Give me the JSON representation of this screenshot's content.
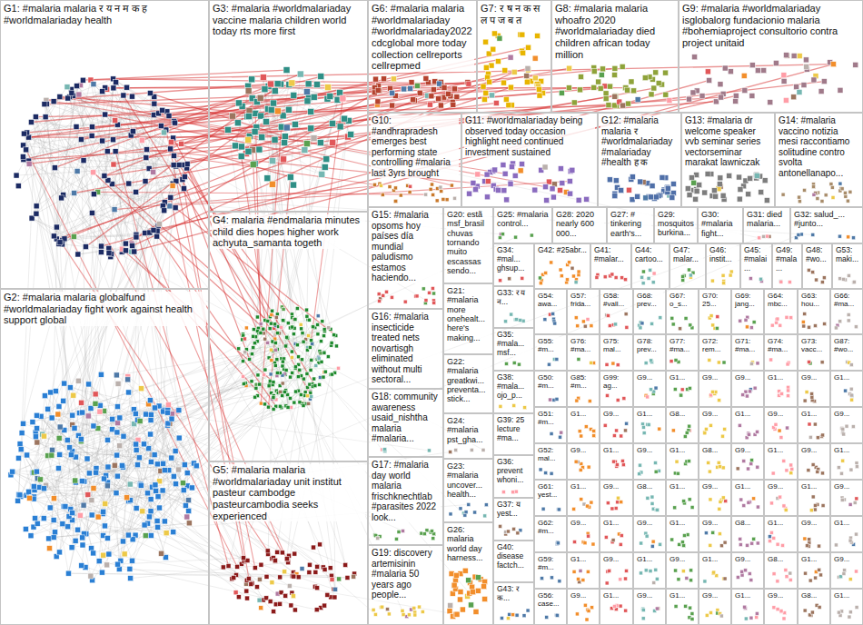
{
  "diagram": {
    "nodes": [
      {
        "text": [
          "G1: #malaria malaria र य न म क ह #worldmalariaday health"
        ]
      },
      {
        "text": [
          "G3: #malaria #worldmalariaday vaccine malaria children world today rts more first"
        ]
      },
      {
        "text": [
          "G6: #malaria malaria #worldmalariaday #worldmalariaday2022 cdcglobal more today collection cellreports cellrepmed"
        ]
      },
      {
        "text": [
          "G7: र ष न क स ल प ज ब त"
        ]
      },
      {
        "text": [
          "G8: #malaria malaria whoafro 2020 #worldmalariaday died children african today million"
        ]
      },
      {
        "text": [
          "G9: #malaria #worldmalariaday isglobalorg fundacionio malaria #bohemiaproject consultorio contra project unitaid"
        ]
      },
      {
        "text": [
          "G10: #andhrapradesh emerges best performing state controlling #malaria last 3yrs brought"
        ]
      },
      {
        "text": [
          "G11: #worldmalariaday being observed today occasion highlight need continued investment sustained"
        ]
      },
      {
        "text": [
          "G12: #malaria malaria र #worldmalariaday #malariaday #health ह क"
        ]
      },
      {
        "text": [
          "G13: #malaria dr welcome speaker vvb seminar series vectorseminar marakat lawniczak"
        ]
      },
      {
        "text": [
          "G14: #malaria vaccino notizia mesi raccontiamo solitudine contro svolta antonellanapo..."
        ]
      },
      {
        "text": [
          "G4: malaria #endmalaria minutes child dies hopes higher work achyuta_samanta togeth"
        ]
      },
      {
        "text": [
          "G15: #malaria opsoms hoy países día mundial paludismo estamos haciendo..."
        ]
      },
      {
        "text": [
          "G20: estã msf_brasil chuvas tornando muito escassas sendo..."
        ]
      },
      {
        "text": [
          "G25: #malaria control..."
        ]
      },
      {
        "text": [
          "G28: 2020 nearly 600 000..."
        ]
      },
      {
        "text": [
          "G27: # tinkering earth's..."
        ]
      },
      {
        "text": [
          "G29: mosquitos burkina..."
        ]
      },
      {
        "text": [
          "G30: #malaria fight..."
        ]
      },
      {
        "text": [
          "G31: died malaria..."
        ]
      },
      {
        "text": [
          "G32: salud_... #junto..."
        ]
      },
      {
        "text": [
          "G2: #malaria malaria globalfund #worldmalariaday fight work against health support global"
        ]
      },
      {
        "text": [
          "G16: #malaria insecticide treated nets novartisgh eliminated without multi sectoral..."
        ]
      },
      {
        "text": [
          "G18: community awareness usaid_nishtha malaria #malaria..."
        ]
      },
      {
        "text": [
          "G17: #malaria day world malaria frischknechtlab #parasites 2022 look..."
        ]
      },
      {
        "text": [
          "G19: discovery artemisinin #malaria 50 years ago people..."
        ]
      },
      {
        "text": [
          "G5: #malaria malaria #worldmalariaday unit institut pasteur cambodge pasteurcambodia seeks experienced"
        ]
      },
      {
        "text": [
          "G21: #malaria more onehealt... here's making..."
        ]
      },
      {
        "text": [
          "G22: #malaria greatkwi... preventa... stick..."
        ]
      },
      {
        "text": [
          "G24: #malaria pst_gha..."
        ]
      },
      {
        "text": [
          "G23: #malaria uncover... health..."
        ]
      },
      {
        "text": [
          "G26: malaria world day harness..."
        ]
      },
      {
        "text": [
          "G34: #mal... ghsup..."
        ]
      },
      {
        "text": [
          "G33: र य न..."
        ]
      },
      {
        "text": [
          "G35: #mala... msf..."
        ]
      },
      {
        "text": [
          "G38: #mala... ojo_p..."
        ]
      },
      {
        "text": [
          "G39: 25 lecture #ma..."
        ]
      },
      {
        "text": [
          "G36: prevent whoni..."
        ]
      },
      {
        "text": [
          "G37: य yest..."
        ]
      },
      {
        "text": [
          "G40: disease factch..."
        ]
      },
      {
        "text": [
          "G43: र क..."
        ]
      },
      {
        "text": [
          "G42: #25abr..."
        ]
      },
      {
        "text": [
          "G41: #malar..."
        ]
      },
      {
        "text": [
          "G44: cartoo..."
        ]
      },
      {
        "text": [
          "G47: malar..."
        ]
      },
      {
        "text": [
          "G46: instit..."
        ]
      },
      {
        "text": [
          "G45: #malai..."
        ]
      },
      {
        "text": [
          "G49: #mala..."
        ]
      },
      {
        "text": [
          "G48: #wo..."
        ]
      },
      {
        "text": [
          "G53: maki..."
        ]
      },
      {
        "text": [
          "G54: awa..."
        ]
      },
      {
        "text": [
          "G57: frida..."
        ]
      },
      {
        "text": [
          "G58: #vall..."
        ]
      },
      {
        "text": [
          "G68: prev..."
        ]
      },
      {
        "text": [
          "G67: o_s..."
        ]
      },
      {
        "text": [
          "G70: 25..."
        ]
      },
      {
        "text": [
          "G69: jang..."
        ]
      },
      {
        "text": [
          "G64: mbc..."
        ]
      },
      {
        "text": [
          "G63: hou..."
        ]
      },
      {
        "text": [
          "G66: #ma..."
        ]
      },
      {
        "text": [
          "G55: #m..."
        ]
      },
      {
        "text": [
          "G76: #ma..."
        ]
      },
      {
        "text": [
          "G75: mal..."
        ]
      },
      {
        "text": [
          "G78: prev..."
        ]
      },
      {
        "text": [
          "G77: #ma..."
        ]
      },
      {
        "text": [
          "G72: rem..."
        ]
      },
      {
        "text": [
          "G71: #ma..."
        ]
      },
      {
        "text": [
          "G74: #ma..."
        ]
      },
      {
        "text": [
          "G73: vacc..."
        ]
      },
      {
        "text": [
          "G87: #wo..."
        ]
      },
      {
        "text": [
          "G50: #m..."
        ]
      },
      {
        "text": [
          "G85: #m..."
        ]
      },
      {
        "text": [
          "G99: ag..."
        ]
      },
      {
        "text": [
          "G9..."
        ]
      },
      {
        "text": [
          "G1..."
        ]
      },
      {
        "text": [
          "G9..."
        ]
      },
      {
        "text": [
          "G9..."
        ]
      },
      {
        "text": [
          "G1..."
        ]
      },
      {
        "text": [
          "G9..."
        ]
      },
      {
        "text": [
          "G1..."
        ]
      },
      {
        "text": [
          "G51: #m..."
        ]
      },
      {
        "text": [
          "G1..."
        ]
      },
      {
        "text": [
          "G9..."
        ]
      },
      {
        "text": [
          "G1..."
        ]
      },
      {
        "text": [
          "G8..."
        ]
      },
      {
        "text": [
          "G9..."
        ]
      },
      {
        "text": [
          "G1..."
        ]
      },
      {
        "text": [
          "G9..."
        ]
      },
      {
        "text": [
          "G1..."
        ]
      },
      {
        "text": [
          "G9..."
        ]
      },
      {
        "text": [
          "G52: mal..."
        ]
      },
      {
        "text": [
          "G9..."
        ]
      },
      {
        "text": [
          "G1..."
        ]
      },
      {
        "text": [
          "G9..."
        ]
      },
      {
        "text": [
          "G1..."
        ]
      },
      {
        "text": [
          "G8..."
        ]
      },
      {
        "text": [
          "G9..."
        ]
      },
      {
        "text": [
          "G1..."
        ]
      },
      {
        "text": [
          "G9..."
        ]
      },
      {
        "text": [
          "G1..."
        ]
      },
      {
        "text": [
          "G61: yest..."
        ]
      },
      {
        "text": [
          "G1..."
        ]
      },
      {
        "text": [
          "G9..."
        ]
      },
      {
        "text": [
          "G8..."
        ]
      },
      {
        "text": [
          "G1..."
        ]
      },
      {
        "text": [
          "G9..."
        ]
      },
      {
        "text": [
          "G1..."
        ]
      },
      {
        "text": [
          "G9..."
        ]
      },
      {
        "text": [
          "G1..."
        ]
      },
      {
        "text": [
          "G9..."
        ]
      },
      {
        "text": [
          "G62: #m..."
        ]
      },
      {
        "text": [
          "G9..."
        ]
      },
      {
        "text": [
          "G1..."
        ]
      },
      {
        "text": [
          "G9..."
        ]
      },
      {
        "text": [
          "G1..."
        ]
      },
      {
        "text": [
          "G9..."
        ]
      },
      {
        "text": [
          "G8..."
        ]
      },
      {
        "text": [
          "G1..."
        ]
      },
      {
        "text": [
          "G9..."
        ]
      },
      {
        "text": [
          "G1..."
        ]
      },
      {
        "text": [
          "G59: #m..."
        ]
      },
      {
        "text": [
          "G1..."
        ]
      },
      {
        "text": [
          "G9..."
        ]
      },
      {
        "text": [
          "G1..."
        ]
      },
      {
        "text": [
          "G9..."
        ]
      },
      {
        "text": [
          "G1..."
        ]
      },
      {
        "text": [
          "G9..."
        ]
      },
      {
        "text": [
          "G8..."
        ]
      },
      {
        "text": [
          "G1..."
        ]
      },
      {
        "text": [
          "G9..."
        ]
      },
      {
        "text": [
          "G56: case..."
        ]
      },
      {
        "text": [
          "G9..."
        ]
      },
      {
        "text": [
          "G1..."
        ]
      },
      {
        "text": [
          "G9..."
        ]
      },
      {
        "text": [
          "G1..."
        ]
      },
      {
        "text": [
          "G9..."
        ]
      },
      {
        "text": [
          "G1..."
        ]
      },
      {
        "text": [
          "G9..."
        ]
      },
      {
        "text": [
          "G8..."
        ]
      },
      {
        "text": [
          "G1..."
        ]
      }
    ]
  }
}
